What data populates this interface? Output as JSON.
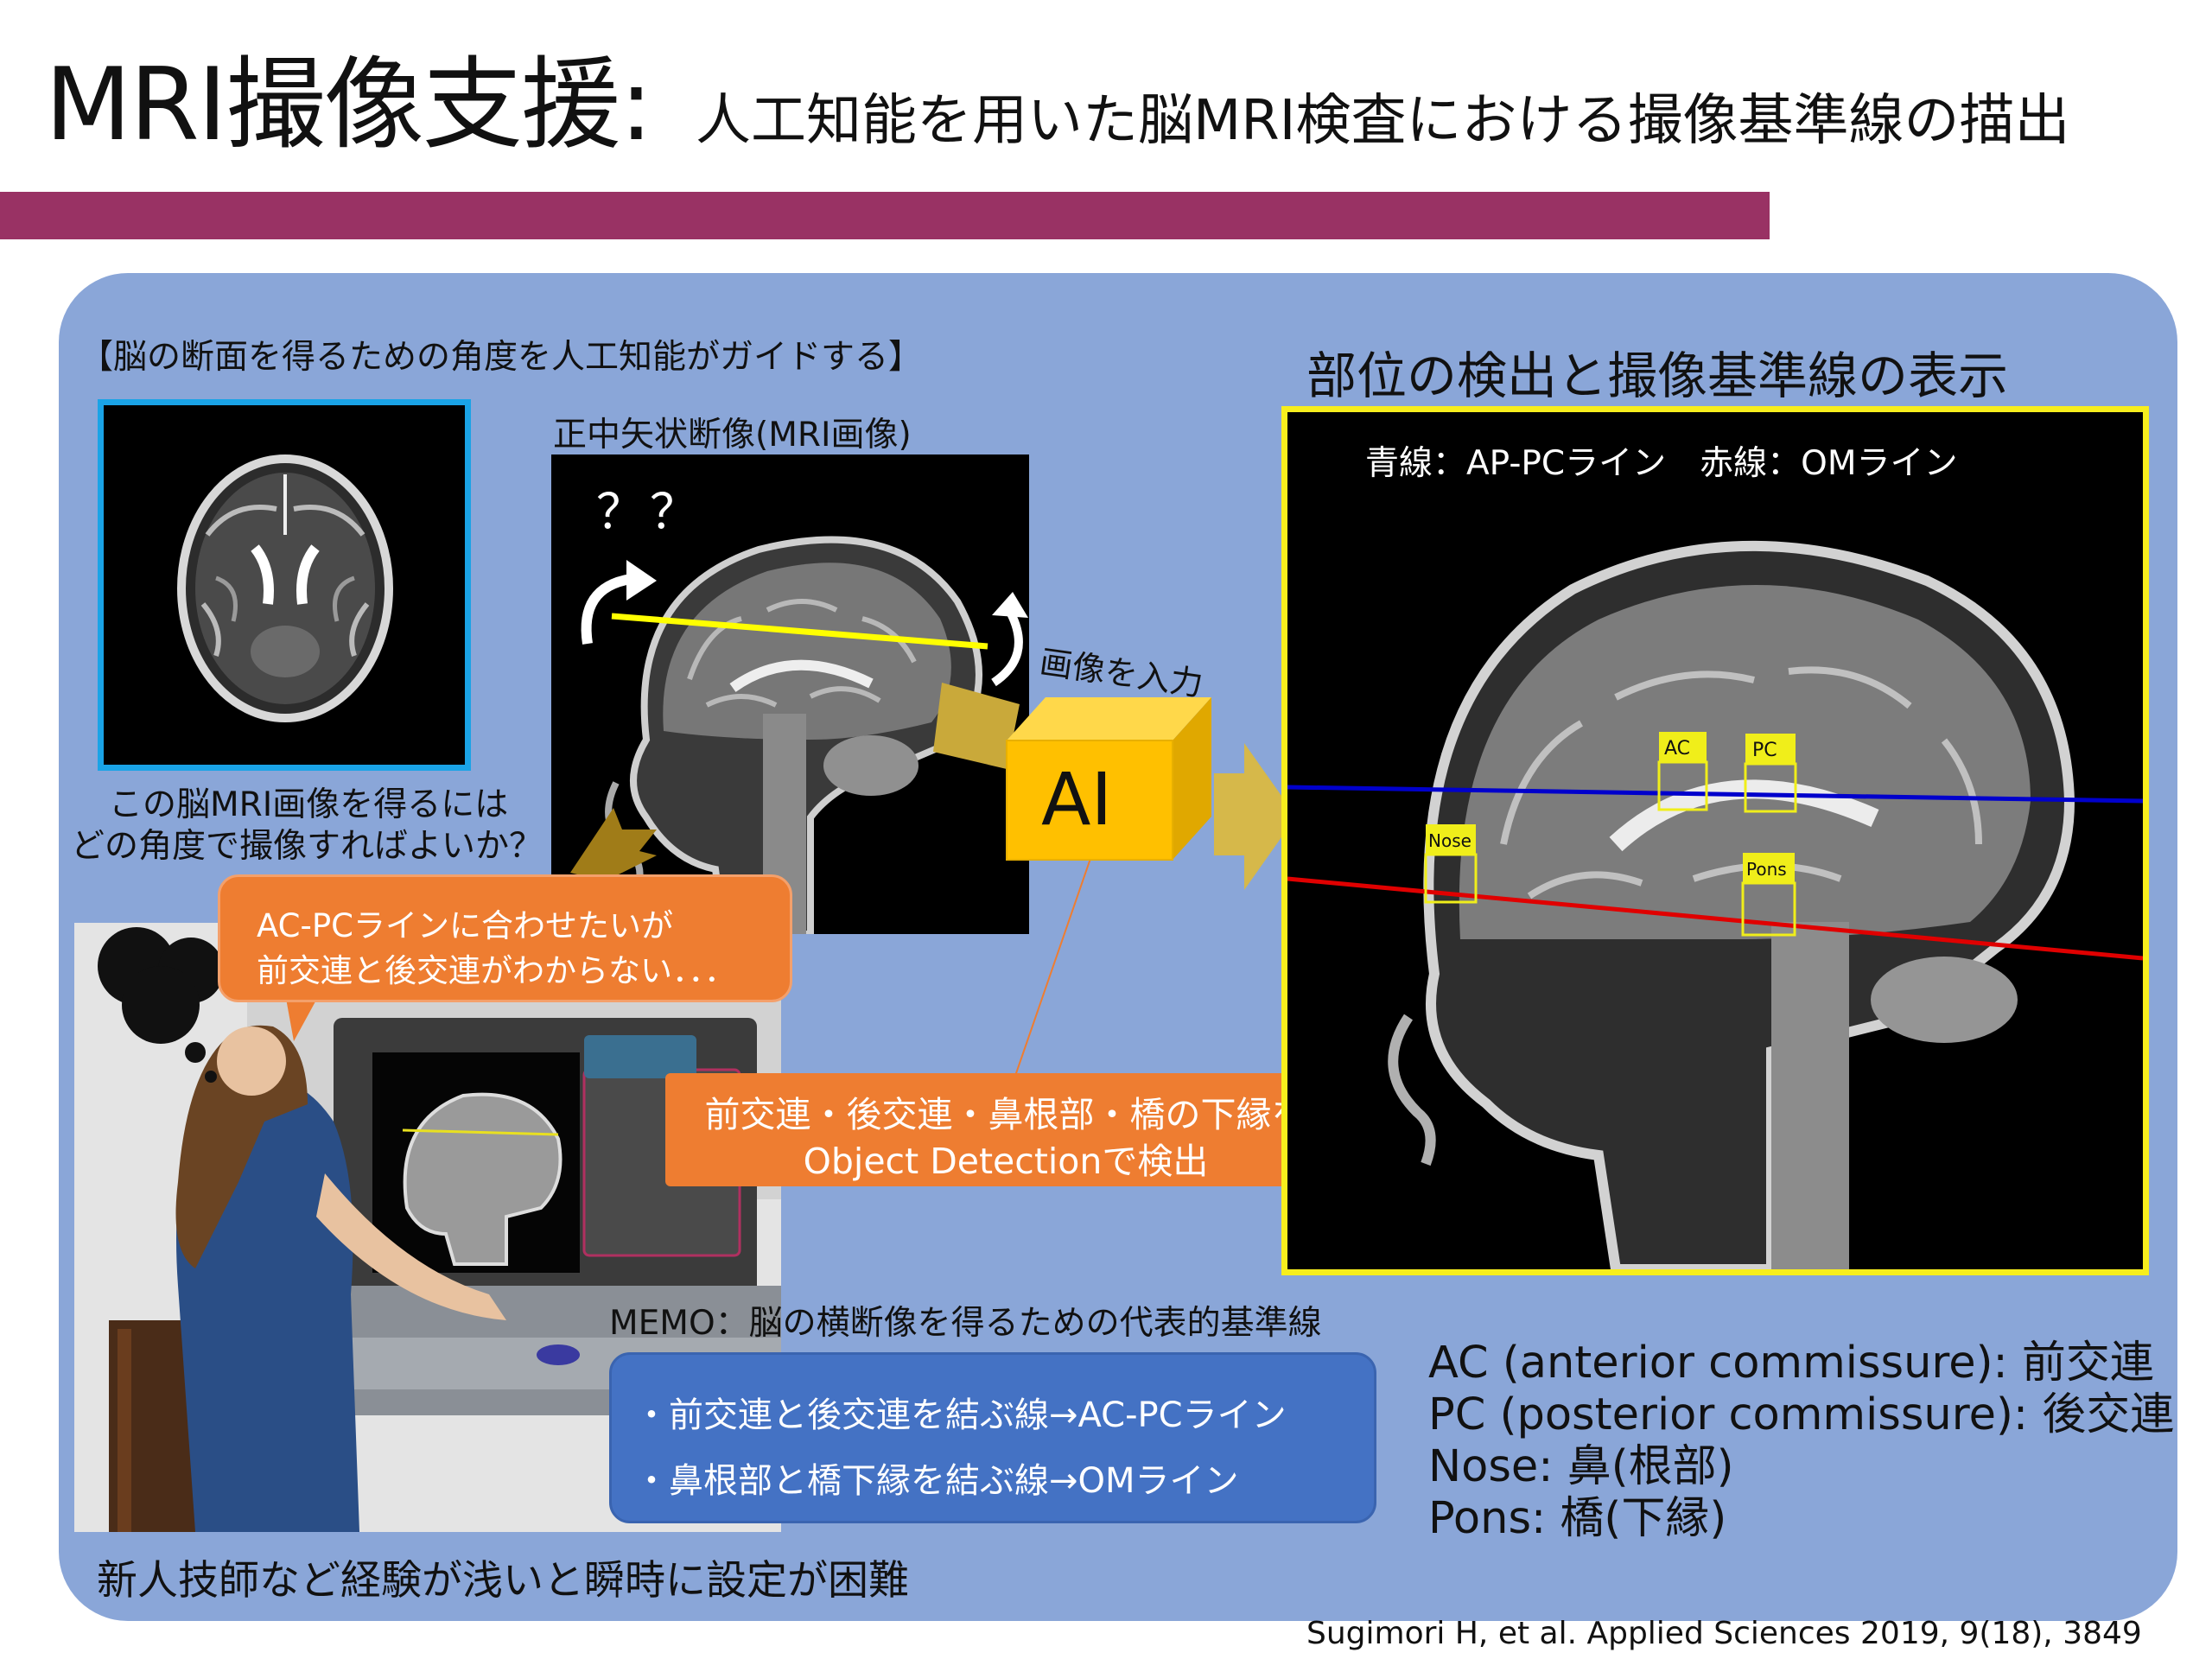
{
  "header": {
    "title_main": "MRI撮像支援:",
    "title_sub": "人工知能を用いた脳MRI検査における撮像基準線の描出"
  },
  "left": {
    "guide_heading": "【脳の断面を得るための角度を人工知能がガイドする】",
    "axial_question_line1": "この脳MRI画像を得るには",
    "axial_question_line2": "どの角度で撮像すればよいか？",
    "sagittal_label": "正中矢状断像(MRI画像)",
    "question_marks": "？？",
    "input_label": "画像を入力",
    "ai_label": "AI",
    "bubble_line1": "AC-PCラインに合わせたいが",
    "bubble_line2": "前交連と後交連がわからない．．．",
    "detection_line1": "前交連・後交連・鼻根部・橋の下縁を",
    "detection_line2": "Object Detectionで検出",
    "memo_heading": "MEMO：脳の横断像を得るための代表的基準線",
    "memo_items": [
      "・前交連と後交連を結ぶ線→AC-PCライン",
      "・鼻根部と橋下縁を結ぶ線→OMライン"
    ],
    "bottom_caption": "新人技師など経験が浅いと瞬時に設定が困難"
  },
  "right": {
    "heading": "部位の検出と撮像基準線の表示",
    "line_legend": "青線：AP-PCライン　赤線：OMライン",
    "boxes": [
      "AC",
      "PC",
      "Nose",
      "Pons"
    ],
    "abbreviations": [
      "AC (anterior commissure): 前交連",
      "PC (posterior commissure): 後交連",
      "Nose: 鼻(根部)",
      "Pons: 橋(下縁)"
    ]
  },
  "citation": "Sugimori H, et al. Applied Sciences 2019, 9(18), 3849",
  "colors": {
    "title_bar": "#993264",
    "panel": "#8aa6d8",
    "orange": "#ee7d31",
    "memo_blue": "#4472c4",
    "frame_yellow": "#f7ee1d",
    "frame_cyan": "#1aa3e6",
    "ap_pc_line": "#0000cc",
    "om_line": "#e00000"
  }
}
